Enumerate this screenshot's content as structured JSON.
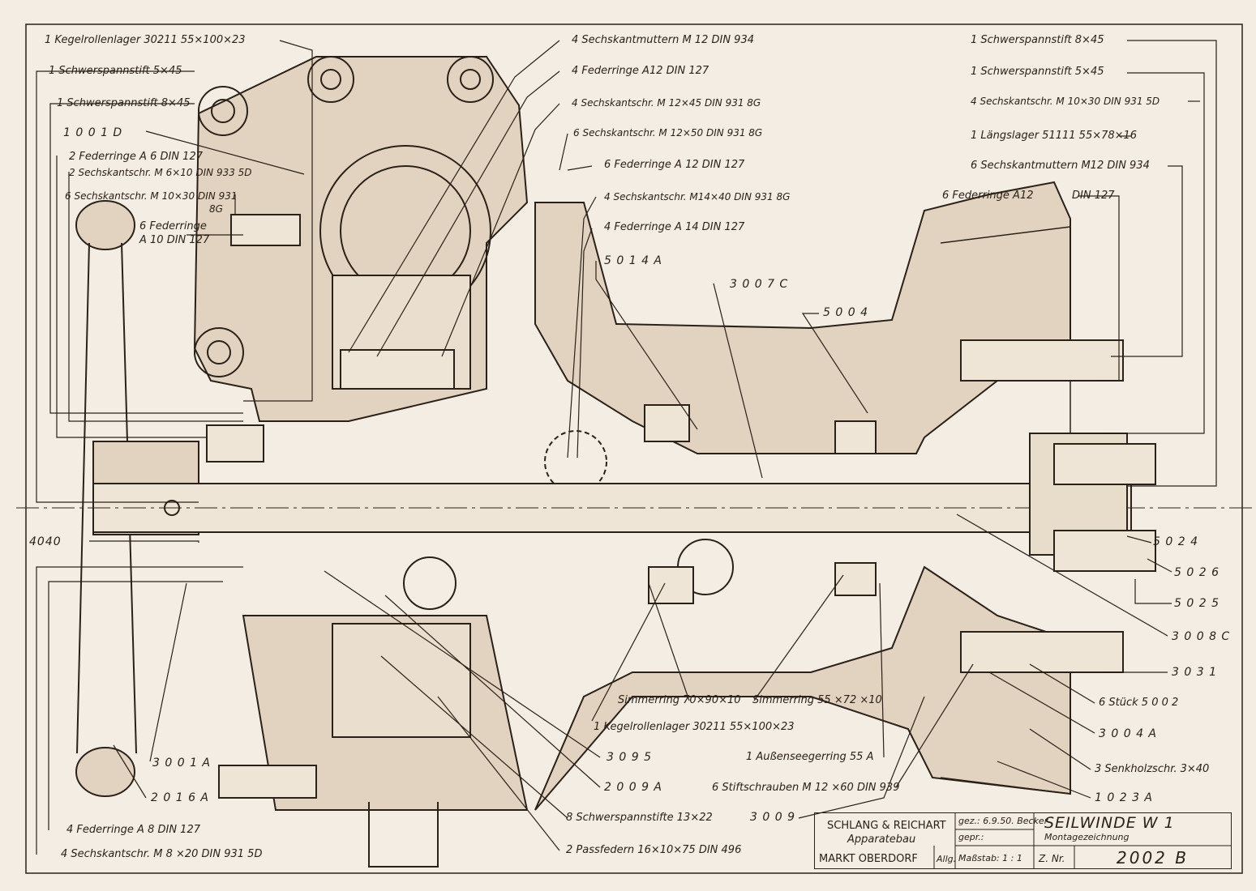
{
  "labels": {
    "l1": "1 Kegelrollenlager  30211   55×100×23",
    "l2": "1 Schwerspannstift  5×45",
    "l3": "1 Schwerspannstift  8×45",
    "l4": "1 0 0 1  D",
    "l5": "2 Federringe A 6   DIN 127",
    "l6": "2 Sechskantschr. M 6×10  DIN 933  5D",
    "l7a": "6 Sechskantschr. M 10×30 DIN 931",
    "l7b": "8G",
    "l8a": "6 Federringe",
    "l8b": "A 10  DIN 127",
    "r1": "4 Sechskantmuttern  M 12  DIN 934",
    "r2": "4 Federringe  A12  DIN  127",
    "r3": "4 Sechskantschr. M 12×45  DIN  931   8G",
    "r4": "6 Sechskantschr. M 12×50  DIN  931    8G",
    "r5": "6 Federringe  A 12  DIN  127",
    "r6": "4 Sechskantschr. M14×40  DIN 931  8G",
    "r7": "4 Federringe   A 14  DIN  127",
    "r8": "5 0 1 4  A",
    "r9": "3 0 0 7  C",
    "r10": "5 0 0 4",
    "p1": "1 Schwerspannstift  8×45",
    "p2": "1 Schwerspannstift   5×45",
    "p3": "4 Sechskantschr. M  10×30  DIN  931    5D",
    "p4": "1 Längslager  51111     55×78×16",
    "p5": "6 Sechskantmuttern  M12  DIN  934",
    "p6a": "6 Federringe A12",
    "p6b": "DIN  127",
    "n1": "5 0 2 4",
    "n2": "5 0 2 6",
    "n3": "5 0 2 5",
    "n4": "3 0 0 8 C",
    "n5": "3 0 3 1",
    "n6": "6 Stück  5 0 0 2",
    "n7": "3 0 0 4  A",
    "n8": "3 Senkholzschr.  3×40",
    "n9": "1 0 2 3  A",
    "b1": "4040",
    "b2": "3 0 0 1  A",
    "b3": "2 0 1 6  A",
    "b4": "4 Federringe  A 8  DIN  127",
    "b5": "4 Sechskantschr.  M 8 ×20  DIN  931   5D",
    "c1": "Simmerring  70×90×10",
    "c2": "Simmerring  55 ×72 ×10",
    "c3": "1 Kegelrollenlager   30211   55×100×23",
    "c4": "1 Außenseegerring   55  A",
    "c5": "6 Stiftschrauben  M 12 ×60  DIN 939",
    "c6": "3 0 9 5",
    "c7": "2 0 0 9  A",
    "c8": "8 Schwerspannstifte  13×22",
    "c9": "2 Passfedern  16×10×75  DIN 496",
    "c10": "3 0 0 9"
  },
  "title_block": {
    "company": "SCHLANG & REICHART",
    "dept": "Apparatebau",
    "place": "MARKT OBERDORF",
    "allg": "Allg.",
    "drawn": "gez.: 6.9.50. Becker",
    "checked": "gepr.:",
    "scale": "Maßstab: 1 : 1",
    "title": "SEILWINDE   W  1",
    "subtitle": "Montagezeichnung",
    "drawing_no_label": "Z. Nr.",
    "drawing_no": "2002  B"
  },
  "colors": {
    "paper": "#f4ede3",
    "ink": "#2a2118",
    "fill": "#e2d3c0"
  }
}
